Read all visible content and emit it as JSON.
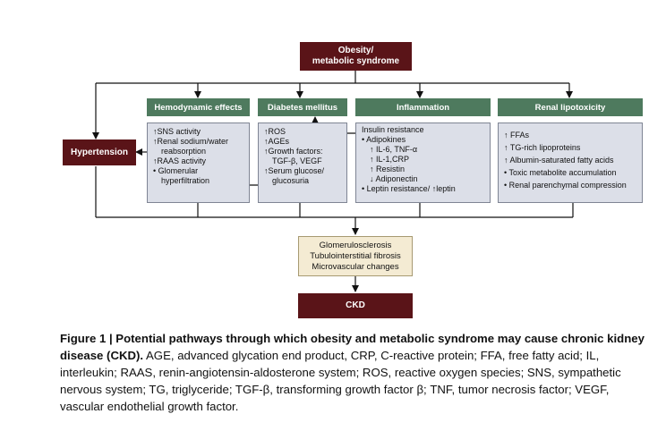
{
  "nodes": {
    "obesity": [
      "Obesity/",
      "metabolic syndrome"
    ],
    "hypertension": "Hypertension",
    "ckd": "CKD",
    "outcomes": [
      "Glomerulosclerosis",
      "Tubulointerstitial fibrosis",
      "Microvascular changes"
    ]
  },
  "headers": {
    "hemodynamic": "Hemodynamic effects",
    "diabetes": "Diabetes mellitus",
    "inflammation": "Inflammation",
    "renal": "Renal lipotoxicity"
  },
  "panels": {
    "hemodynamic": [
      "↑SNS activity",
      "↑Renal sodium/water",
      "reabsorption",
      "↑RAAS activity",
      "• Glomerular",
      "hyperfiltration"
    ],
    "diabetes": [
      "↑ROS",
      "↑AGEs",
      "↑Growth factors:",
      "TGF-β, VEGF",
      "↑Serum glucose/",
      "glucosuria"
    ],
    "inflammation": [
      "Insulin resistance",
      "• Adipokines",
      "↑ IL-6, TNF-α",
      "↑ IL-1,CRP",
      "↑ Resistin",
      "↓ Adiponectin",
      "• Leptin resistance/ ↑leptin"
    ],
    "renal": [
      "↑ FFAs",
      "↑ TG-rich lipoproteins",
      "↑ Albumin-saturated fatty acids",
      "• Toxic metabolite accumulation",
      "• Renal parenchymal compression"
    ]
  },
  "caption": {
    "label": "Figure 1 | Potential pathways through which obesity and metabolic syndrome may cause chronic kidney disease (CKD).",
    "text": " AGE, advanced glycation end product, CRP, C-reactive protein; FFA, free fatty acid; IL, interleukin; RAAS, renin-angiotensin-aldosterone system; ROS, reactive oxygen species; SNS, sympathetic nervous system; TG, triglyceride; TGF-β, transforming growth factor β; TNF, tumor necrosis factor; VEGF, vascular endothelial growth factor."
  }
}
